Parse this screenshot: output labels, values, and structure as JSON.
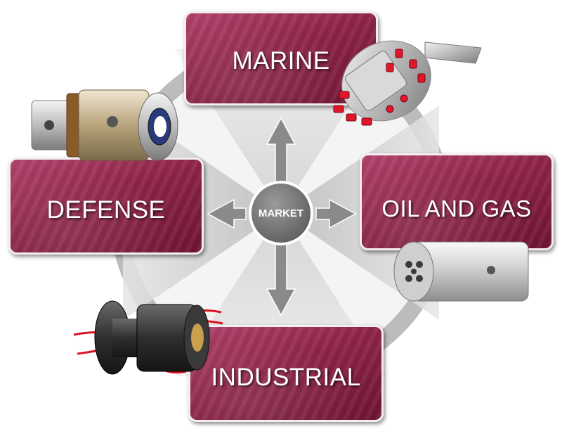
{
  "hub": {
    "label": "MARKET"
  },
  "markets": {
    "marine": "MARINE",
    "defense": "DEFENSE",
    "oil_gas": "OIL AND GAS",
    "industrial": "INDUSTRIAL"
  },
  "colors": {
    "panel": "#8e2446",
    "panel_border": "#f4eef0",
    "ring": "#bdbdbd",
    "hub": "#7a7a7a",
    "arrow": "#888888"
  }
}
